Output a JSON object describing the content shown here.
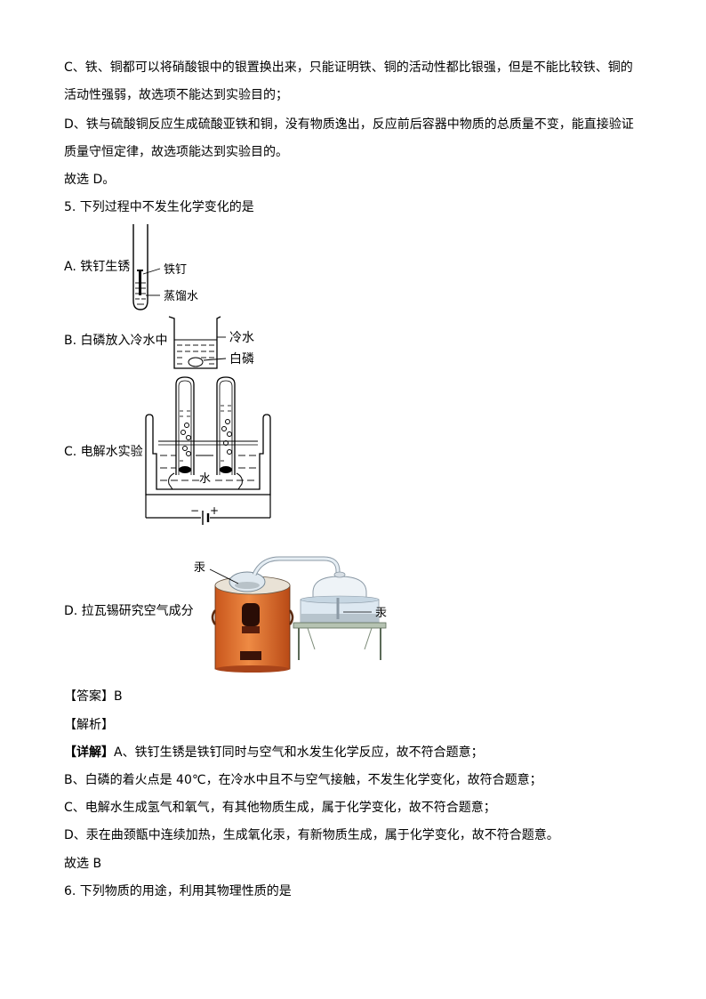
{
  "prev_analysis": {
    "c_line1": "C、铁、铜都可以将硝酸银中的银置换出来，只能证明铁、铜的活动性都比银强，但是不能比较铁、铜的",
    "c_line2": "活动性强弱，故选项不能达到实验目的；",
    "d_line1": "D、铁与硫酸铜反应生成硫酸亚铁和铜，没有物质逸出，反应前后容器中物质的总质量不变，能直接验证",
    "d_line2": "质量守恒定律，故选项能达到实验目的。",
    "choice": "故选 D。"
  },
  "q5": {
    "stem": "5. 下列过程中不发生化学变化的是",
    "options": [
      {
        "label": "A. 铁钉生锈",
        "fig_labels": [
          "铁钉",
          "蒸馏水"
        ]
      },
      {
        "label": "B. 白磷放入冷水中",
        "fig_labels": [
          "冷水",
          "白磷"
        ]
      },
      {
        "label": "C. 电解水实验",
        "fig_labels": [
          "水",
          "−",
          "+"
        ]
      },
      {
        "label": "D. 拉瓦锡研究空气成分",
        "fig_labels": [
          "汞",
          "汞"
        ]
      }
    ],
    "answer": "【答案】B",
    "analysis_title": "【解析】",
    "detail_tag": "【详解】",
    "detail_a": "A、铁钉生锈是铁钉同时与空气和水发生化学反应，故不符合题意；",
    "detail_b": "B、白磷的着火点是 40℃，在冷水中且不与空气接触，不发生化学变化，故符合题意；",
    "detail_c": "C、电解水生成氢气和氧气，有其他物质生成，属于化学变化，故不符合题意；",
    "detail_d": "D、汞在曲颈甑中连续加热，生成氧化汞，有新物质生成，属于化学变化，故不符合题意。",
    "choice": "故选 B"
  },
  "q6": {
    "stem": "6. 下列物质的用途，利用其物理性质的是"
  }
}
